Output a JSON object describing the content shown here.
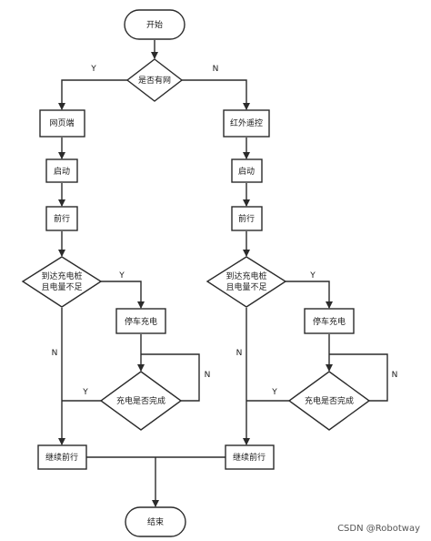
{
  "nodes": {
    "start": "开始",
    "decision_network": "是否有网",
    "web": "网页端",
    "ir": "红外遥控",
    "start_left": "启动",
    "start_right": "启动",
    "forward_left": "前行",
    "forward_right": "前行",
    "arrive_left": [
      "到达充电桩",
      "且电量不足"
    ],
    "arrive_right": [
      "到达充电桩",
      "且电量不足"
    ],
    "stop_left": "停车充电",
    "stop_right": "停车充电",
    "done_left": "充电是否完成",
    "done_right": "充电是否完成",
    "continue_left": "继续前行",
    "continue_right": "继续前行",
    "end": "结束"
  },
  "edge_labels": {
    "yes": "Y",
    "no": "N"
  },
  "watermark": "CSDN @Robotway"
}
